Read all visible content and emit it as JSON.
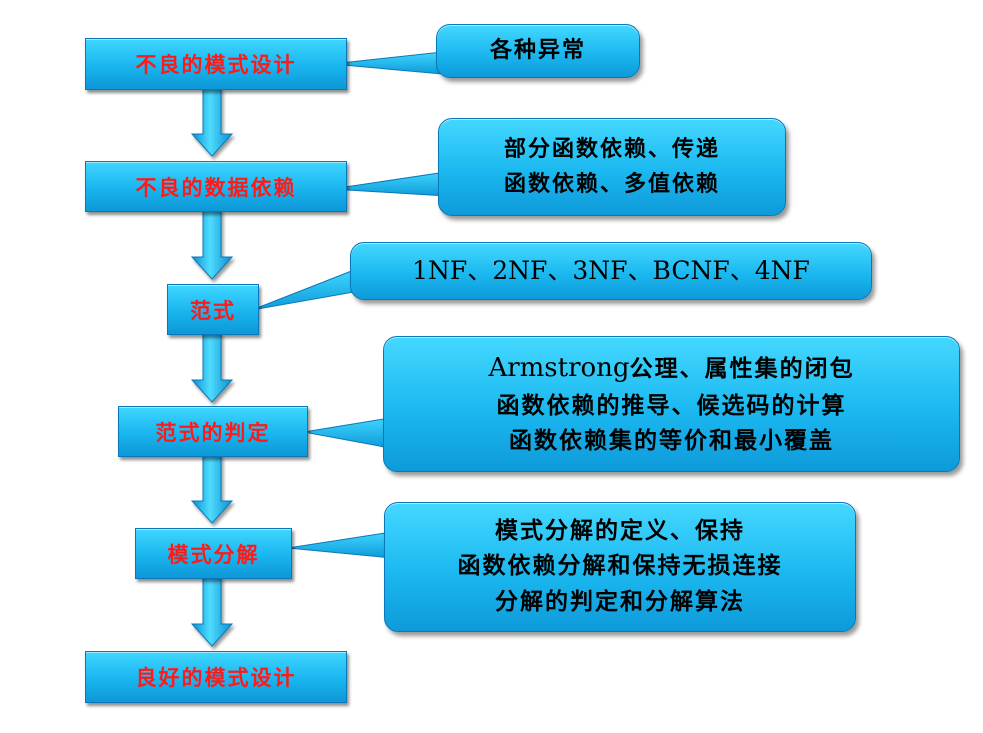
{
  "steps": [
    {
      "label": "不良的模式设计"
    },
    {
      "label": "不良的数据依赖"
    },
    {
      "label": "范式"
    },
    {
      "label": "范式的判定"
    },
    {
      "label": "模式分解"
    },
    {
      "label": "良好的模式设计"
    }
  ],
  "notes": [
    {
      "lines": [
        "各种异常"
      ]
    },
    {
      "lines": [
        "部分函数依赖、传递",
        "函数依赖、多值依赖"
      ]
    },
    {
      "lines": [
        "1NF、2NF、3NF、BCNF、4NF"
      ]
    },
    {
      "lines": [
        "Armstrong公理、属性集的闭包",
        "函数依赖的推导、候选码的计算",
        "函数依赖集的等价和最小覆盖"
      ]
    },
    {
      "lines": [
        "模式分解的定义、保持",
        "函数依赖分解和保持无损连接",
        "分解的判定和分解算法"
      ]
    }
  ],
  "colors": {
    "box_fill": "#19b5ef",
    "box_border": "#0a78b8",
    "step_text": "#ff1a1a",
    "note_text": "#000000"
  }
}
